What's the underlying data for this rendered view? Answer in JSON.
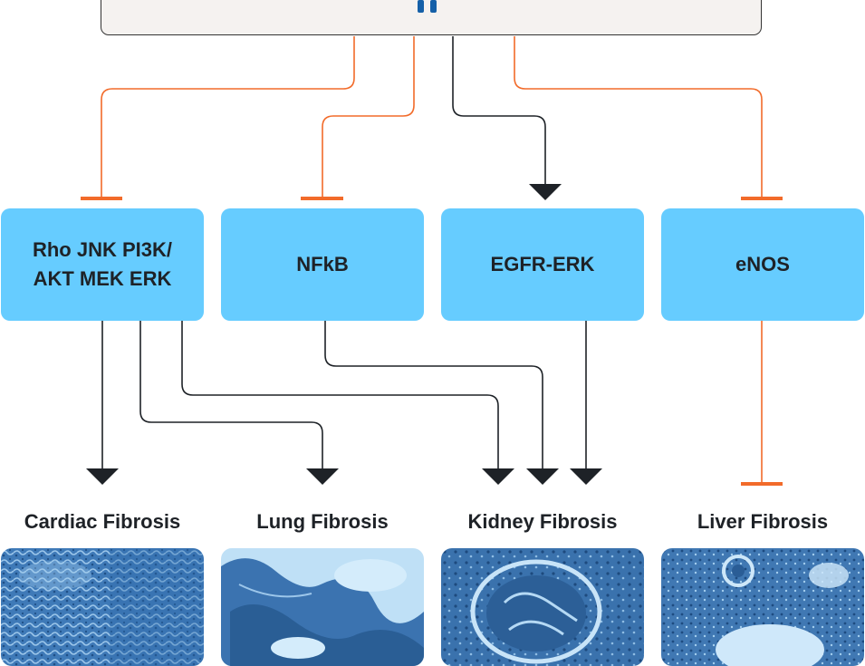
{
  "nodes": {
    "rho": "Rho JNK PI3K/\nAKT MEK ERK",
    "nfkb": "NFkB",
    "egfr": "EGFR-ERK",
    "enos": "eNOS"
  },
  "outcomes": {
    "cardiac": "Cardiac Fibrosis",
    "lung": "Lung Fibrosis",
    "kidney": "Kidney Fibrosis",
    "liver": "Liver Fibrosis"
  },
  "colors": {
    "inhibit": "#f26b2a",
    "activate": "#1e2227",
    "node_fill": "#66ccff",
    "glyph": "#1560a8"
  },
  "icons": {
    "top_glyph": "pause-bars-icon"
  }
}
